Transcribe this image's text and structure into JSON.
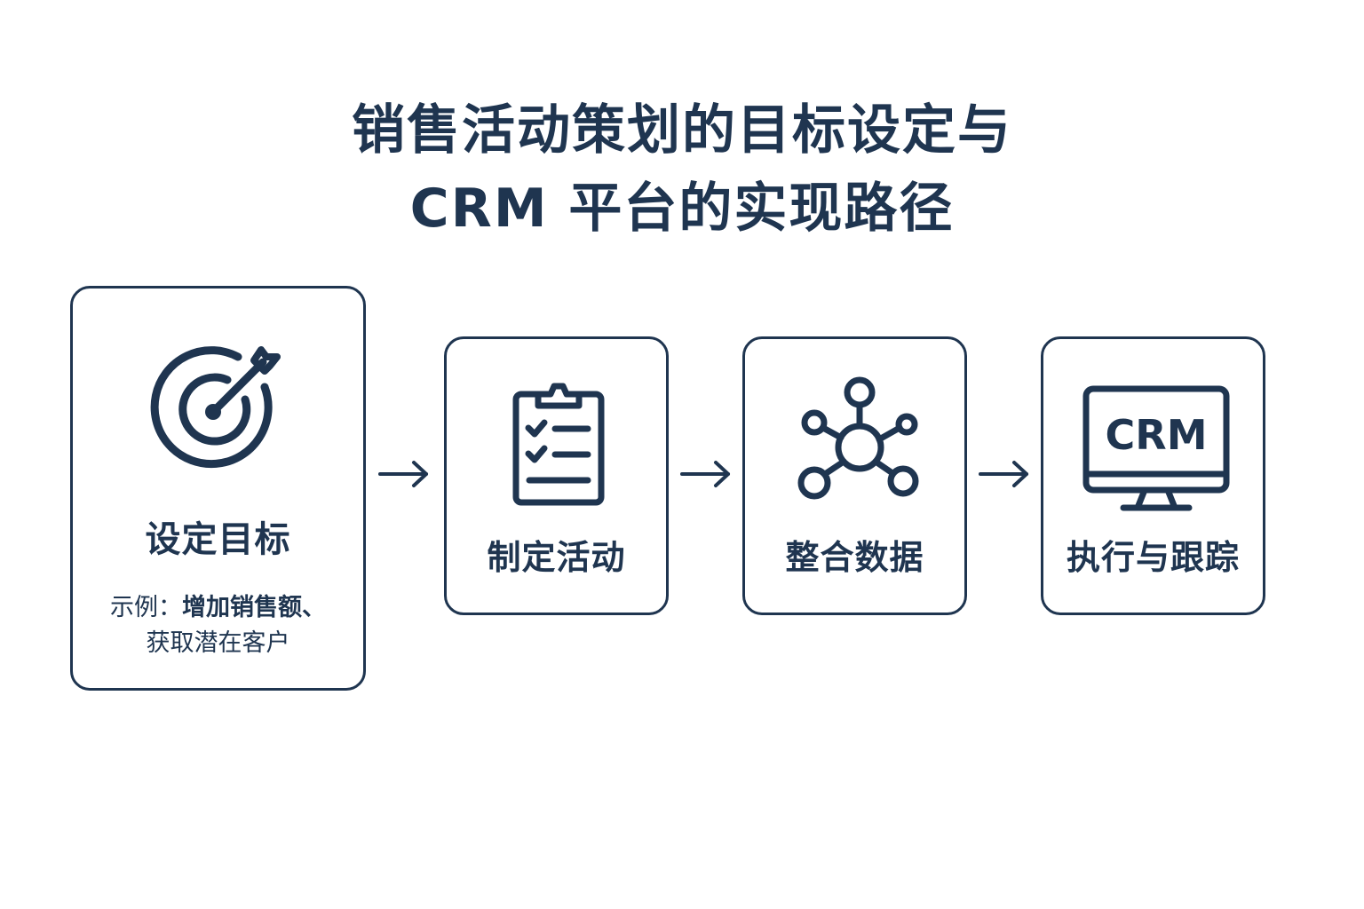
{
  "title": {
    "line1": "销售活动策划的目标设定与",
    "line2": "CRM 平台的实现路径"
  },
  "colors": {
    "primary": "#1f3550",
    "background": "#ffffff"
  },
  "steps": [
    {
      "icon": "target-arrow-icon",
      "label": "设定目标",
      "example_prefix": "示例：",
      "example_bold": "增加销售额、",
      "example_line2": "获取潜在客户"
    },
    {
      "icon": "clipboard-checklist-icon",
      "label": "制定活动"
    },
    {
      "icon": "network-nodes-icon",
      "label": "整合数据"
    },
    {
      "icon": "crm-monitor-icon",
      "label": "执行与跟踪",
      "icon_text": "CRM"
    }
  ],
  "connectors": [
    "arrow-right",
    "arrow-right",
    "arrow-right"
  ]
}
